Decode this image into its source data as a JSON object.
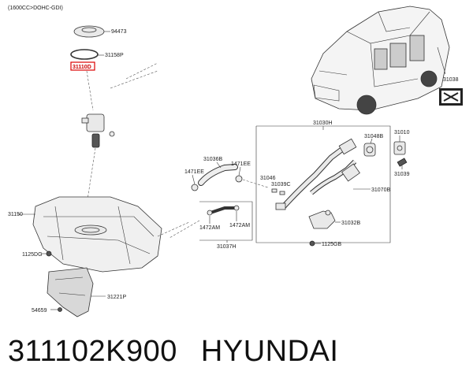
{
  "diagram": {
    "engine_note": "(1600CC>DOHC-GDI)",
    "highlight_label": "31110D",
    "labels": {
      "p94473": "94473",
      "p31158P": "31158P",
      "p31038": "31038",
      "p31030H": "31030H",
      "p31010": "31010",
      "p31048B": "31048B",
      "p31039": "31039",
      "p31036B": "31036B",
      "p1471EE_a": "1471EE",
      "p1471EE_b": "1471EE",
      "p31046": "31046",
      "p31039C": "31039C",
      "p31070B": "31070B",
      "p1472AM_a": "1472AM",
      "p1472AM_b": "1472AM",
      "p31037H": "31037H",
      "p31032B": "31032B",
      "p1125GB": "1125GB",
      "p31150": "31150",
      "p1125DG": "1125DG",
      "p31221P": "31221P",
      "p54659": "54659"
    }
  },
  "caption": {
    "part_number": "311102K900",
    "brand": "HYUNDAI"
  }
}
